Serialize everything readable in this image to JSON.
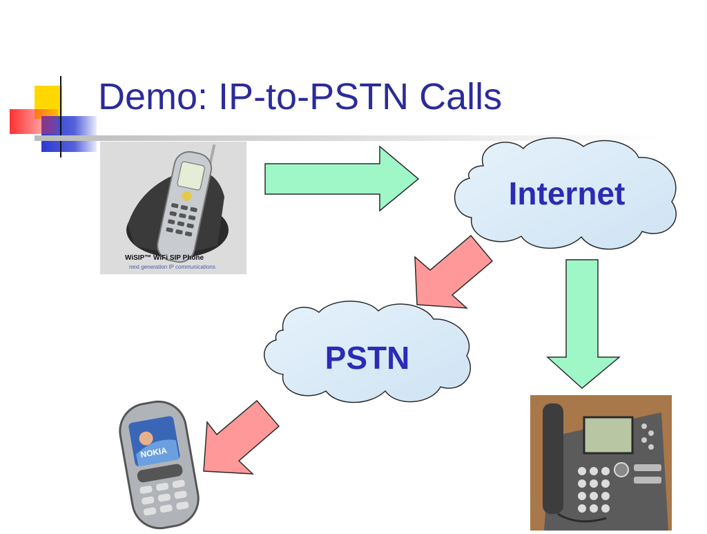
{
  "slide": {
    "title": "Demo: IP-to-PSTN Calls"
  },
  "clouds": {
    "internet": "Internet",
    "pstn": "PSTN"
  },
  "devices": {
    "wisip": {
      "name": "WiSIP™ WiFi SIP Phone",
      "tagline": "next generation IP communications"
    },
    "nokia": {
      "brand": "NOKIA"
    }
  },
  "colors": {
    "title": "#2b2b9a",
    "cloud_fill": "#d8eaf6",
    "cloud_label": "#2b2bb5",
    "arrow_green": "#9ff7c8",
    "arrow_pink": "#ff9999",
    "corner_yellow": "#ffd800",
    "corner_blue": "#2a3ad0",
    "corner_red": "#ff3030"
  }
}
